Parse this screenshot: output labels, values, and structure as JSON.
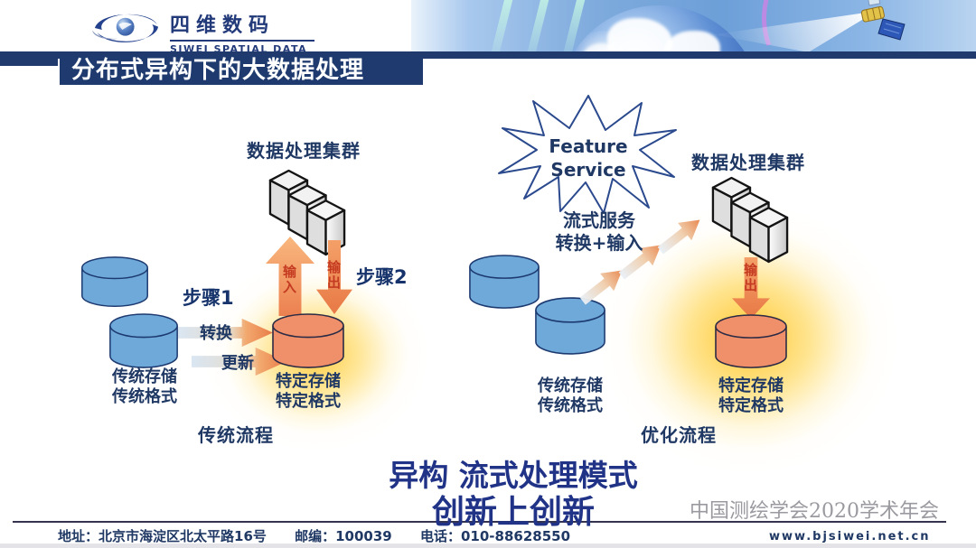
{
  "header": {
    "logo": {
      "name_cn": "四维数码",
      "name_en": "SIWEI SPATIAL DATA"
    },
    "title": "分布式异构下的大数据处理"
  },
  "traditional": {
    "cluster_label": "数据处理集群",
    "step1": "步骤1",
    "step2": "步骤2",
    "input_label": "输入",
    "output_label": "输出",
    "convert_label": "转换",
    "update_label": "更新",
    "source_line1": "传统存储",
    "source_line2": "传统格式",
    "target_line1": "特定存储",
    "target_line2": "特定格式",
    "caption": "传统流程"
  },
  "optimized": {
    "feature_line1": "Feature",
    "feature_line2": "Service",
    "service_line1": "流式服务",
    "service_line2": "转换+输入",
    "cluster_label": "数据处理集群",
    "output_label": "输出",
    "source_line1": "传统存储",
    "source_line2": "传统格式",
    "target_line1": "特定存储",
    "target_line2": "特定格式",
    "caption": "优化流程"
  },
  "slogan": {
    "line1": "异构 流式处理模式",
    "line2": "创新上创新"
  },
  "watermark": "中国测绘学会2020学术年会",
  "footer": {
    "address": "地址：北京市海淀区北太平路16号",
    "postcode": "邮编：100039",
    "phone": "电话：010-88628550",
    "website": "www.bjsiwei.net.cn"
  },
  "colors": {
    "navy": "#1f3864",
    "banner_blue": "#6d9fd8",
    "cylinder_blue": "#6ea9da",
    "cylinder_orange": "#f0906a",
    "arrow_orange": "#f09a62",
    "glow_yellow": "#ffc72c",
    "arrow_text_red": "#c43b21",
    "watermark_gray": "#9a9aa0"
  }
}
